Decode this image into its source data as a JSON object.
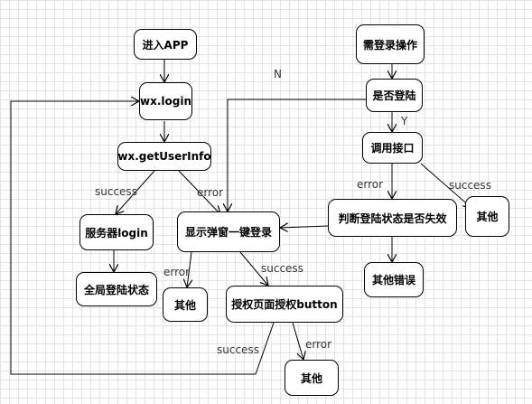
{
  "nodes": {
    "enter_app": "进入APP",
    "wx_login": "wx.login",
    "wx_getuserinfo": "wx.getUserInfo",
    "server_login": "服务器login",
    "global_login_state": "全局登陆状态",
    "show_popup_login": "显示弹窗一键登录",
    "other_left": "其他",
    "auth_page_button": "授权页面授权button",
    "other_bottom": "其他",
    "need_login_action": "需登录操作",
    "is_logged_in": "是否登陆",
    "call_api": "调用接口",
    "check_login_expired": "判断登陆状态是否失效",
    "other_right": "其他",
    "other_error": "其他错误"
  },
  "edge_labels": {
    "success_getuserinfo": "success",
    "error_getuserinfo": "error",
    "error_popup": "error",
    "success_popup": "success",
    "success_auth": "success",
    "error_auth": "error",
    "n_label": "N",
    "y_label": "Y",
    "error_api": "error",
    "success_api": "success"
  },
  "colors": {
    "stroke": "#000000",
    "grid": "#e4e4e4",
    "label": "#333333"
  }
}
